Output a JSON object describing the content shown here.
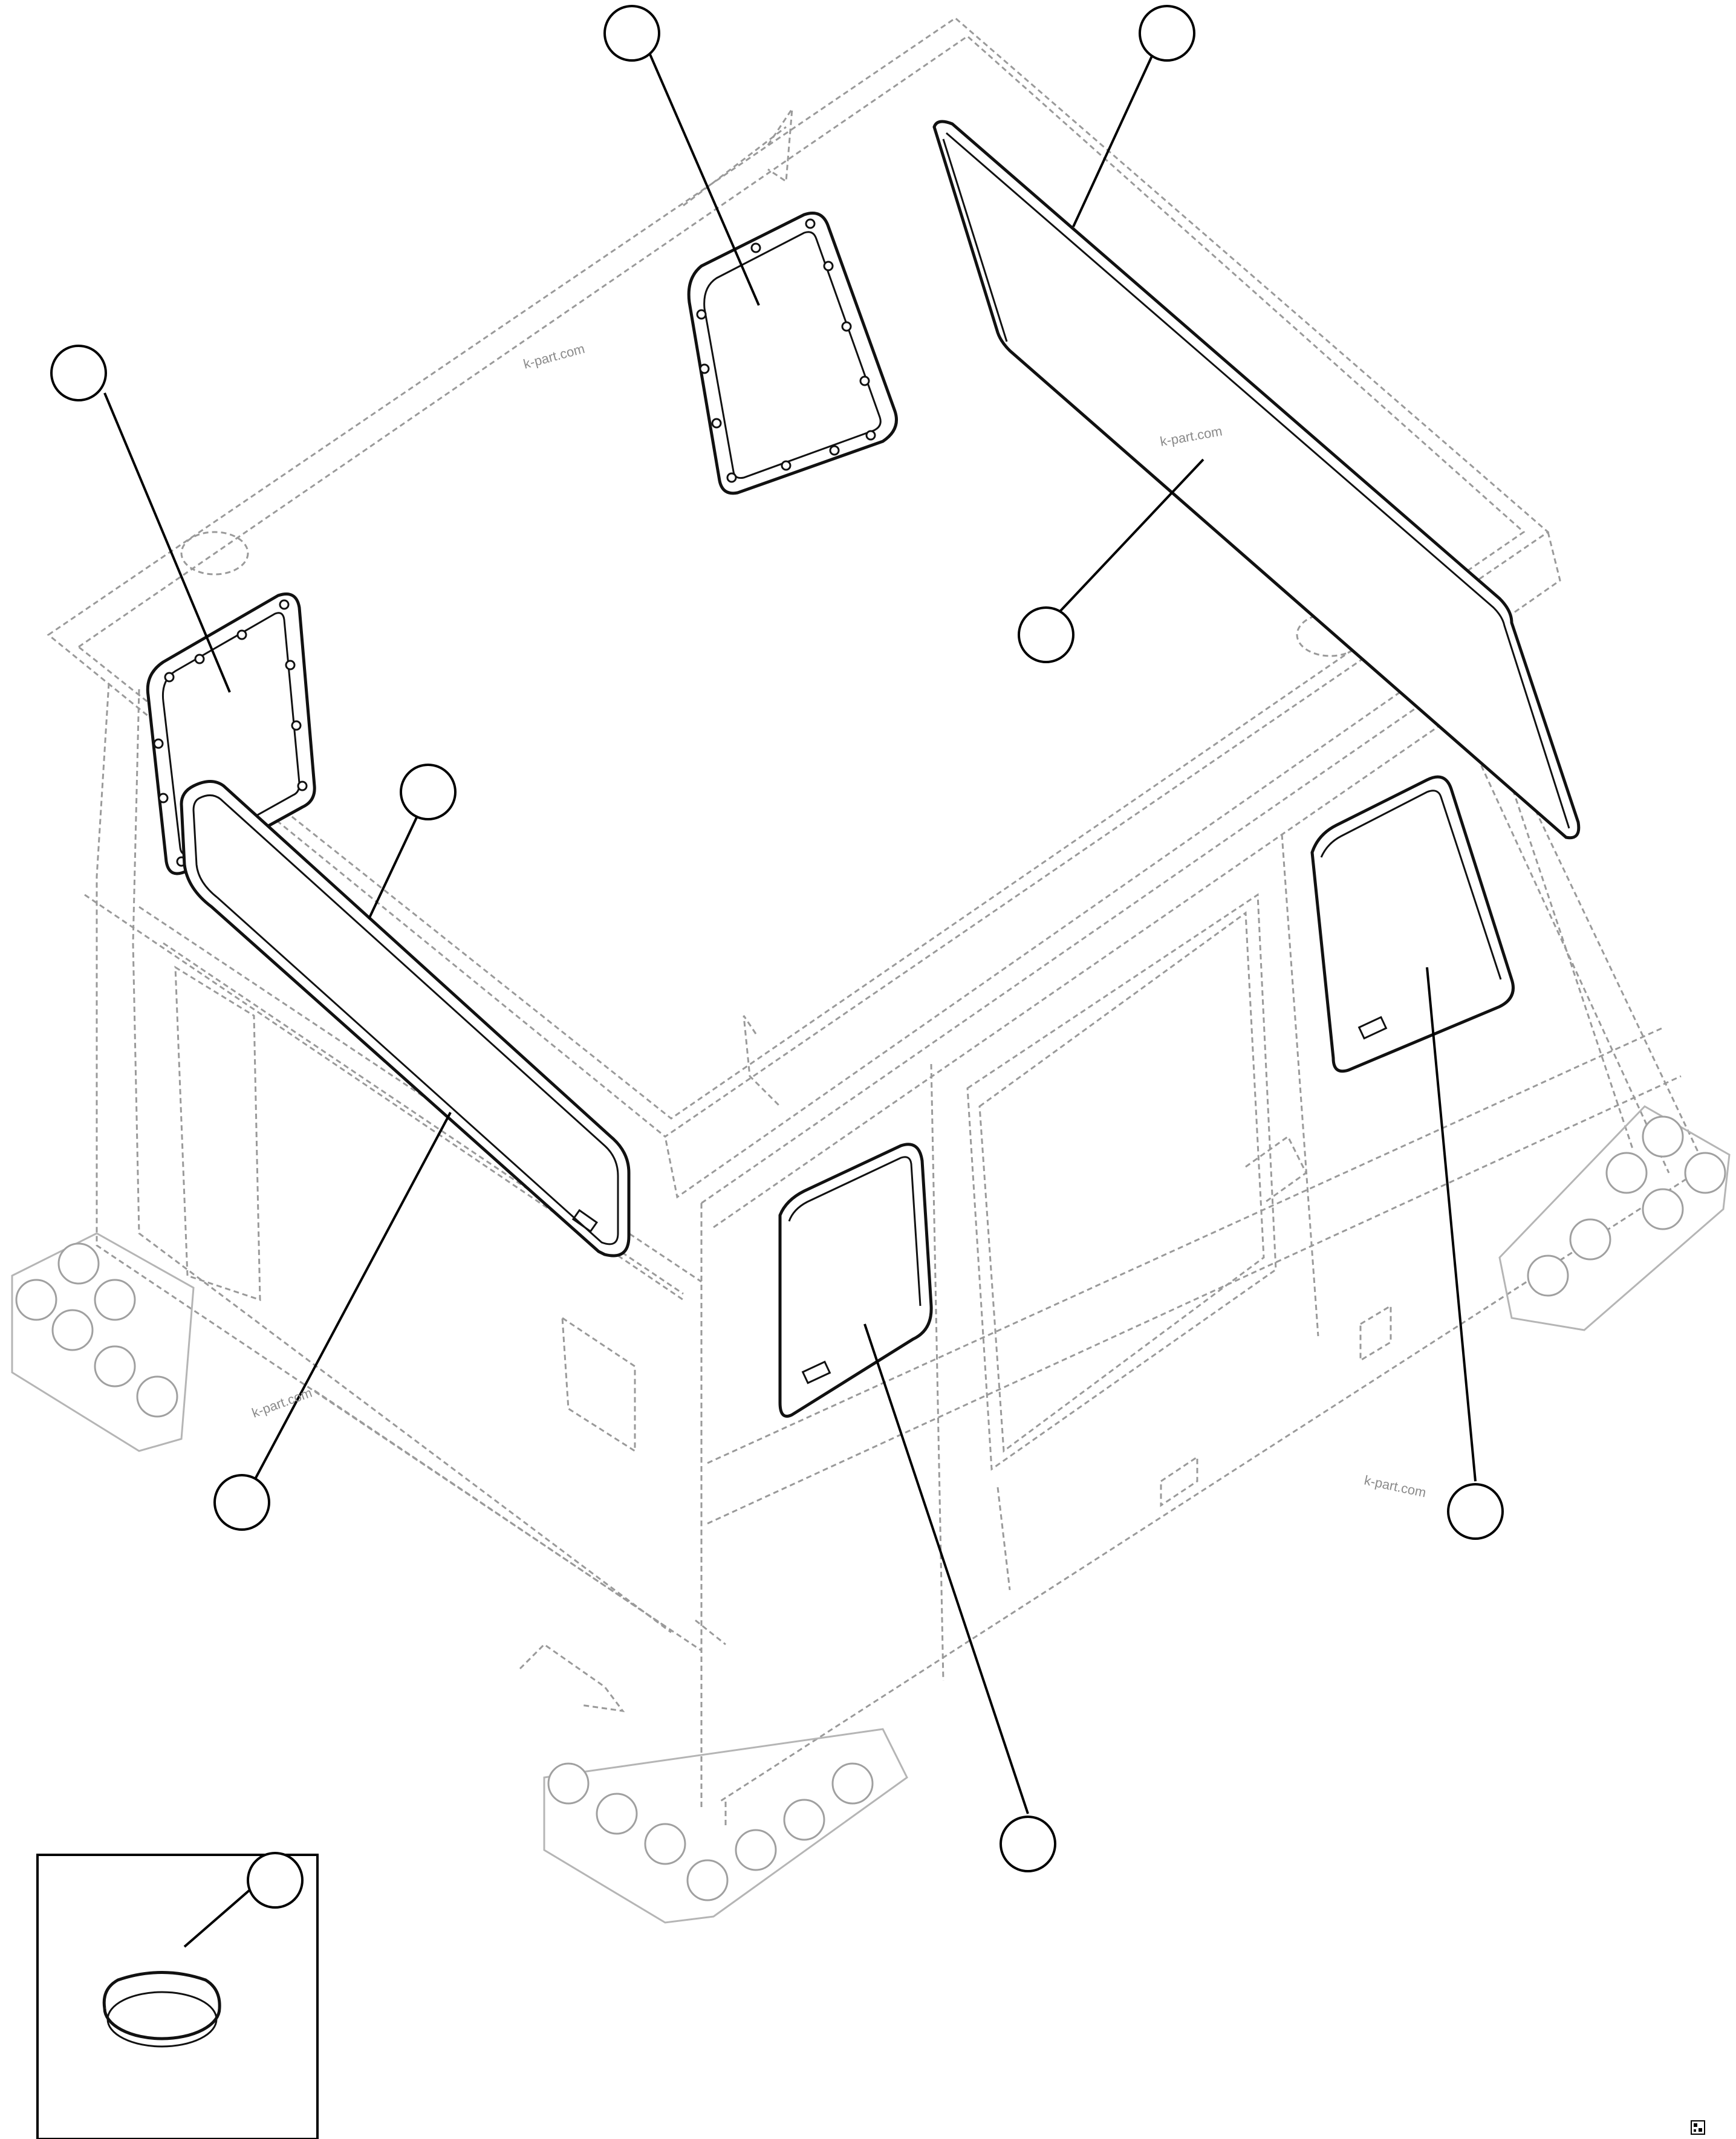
{
  "figure": {
    "watermarks": [
      "k-part.com",
      "k-part.com",
      "k-part.com",
      "k-part.com"
    ],
    "callouts": [
      {
        "id": "roof-window-callout",
        "label": ""
      },
      {
        "id": "front-windshield-callout",
        "label": ""
      },
      {
        "id": "left-upper-window-callout",
        "label": ""
      },
      {
        "id": "windshield-center-callout",
        "label": ""
      },
      {
        "id": "rear-window-seal-callout",
        "label": ""
      },
      {
        "id": "rear-window-glass-callout",
        "label": ""
      },
      {
        "id": "left-door-window-callout",
        "label": ""
      },
      {
        "id": "right-side-window-callout",
        "label": ""
      },
      {
        "id": "inset-cap-callout",
        "label": ""
      }
    ],
    "colors": {
      "part_stroke": "#111111",
      "ghost_stroke": "#9a9a9a",
      "background": "#ffffff"
    }
  }
}
